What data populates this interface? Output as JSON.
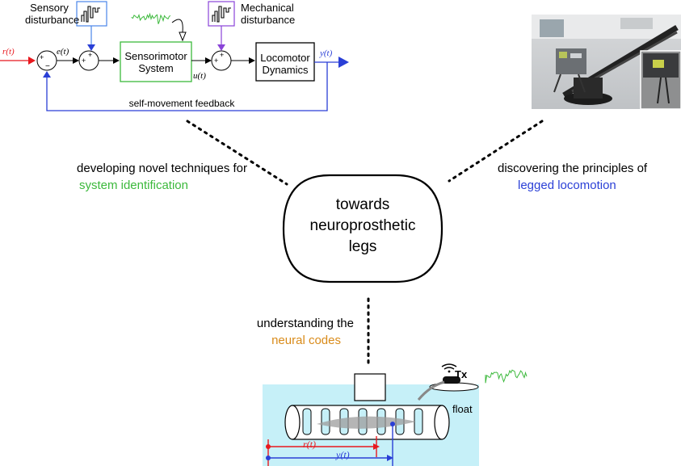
{
  "block_diagram": {
    "sensory_disturbance": [
      "Sensory",
      "disturbance"
    ],
    "mechanical_disturbance": [
      "Mechanical",
      "disturbance"
    ],
    "sensorimotor": [
      "Sensorimotor",
      "System"
    ],
    "locomotor": [
      "Locomotor",
      "Dynamics"
    ],
    "r_signal": "r(t)",
    "e_signal": "e(t)",
    "u_signal": "u(t)",
    "y_signal": "y(t)",
    "feedback_label": "self-movement feedback",
    "plus_sign": "+",
    "minus_sign": "−"
  },
  "center": {
    "lines": [
      "towards",
      "neuroprosthetic",
      "legs"
    ]
  },
  "themes": {
    "left": {
      "line1": "developing novel techniques for",
      "line2": "system identification"
    },
    "right": {
      "line1": "discovering the principles of",
      "line2": "legged locomotion"
    },
    "bottom": {
      "line1": "understanding the",
      "line2": "neural codes"
    }
  },
  "tank": {
    "tx_label": "Tx",
    "float_label": "float",
    "r_signal": "r(t)",
    "y_signal": "y(t)"
  },
  "colors": {
    "green": "#3cb93c",
    "blue": "#2a3fd6",
    "red": "#e8181e",
    "orange": "#d98b1a",
    "purple": "#8a44d8",
    "water": "#c6f0f8"
  }
}
